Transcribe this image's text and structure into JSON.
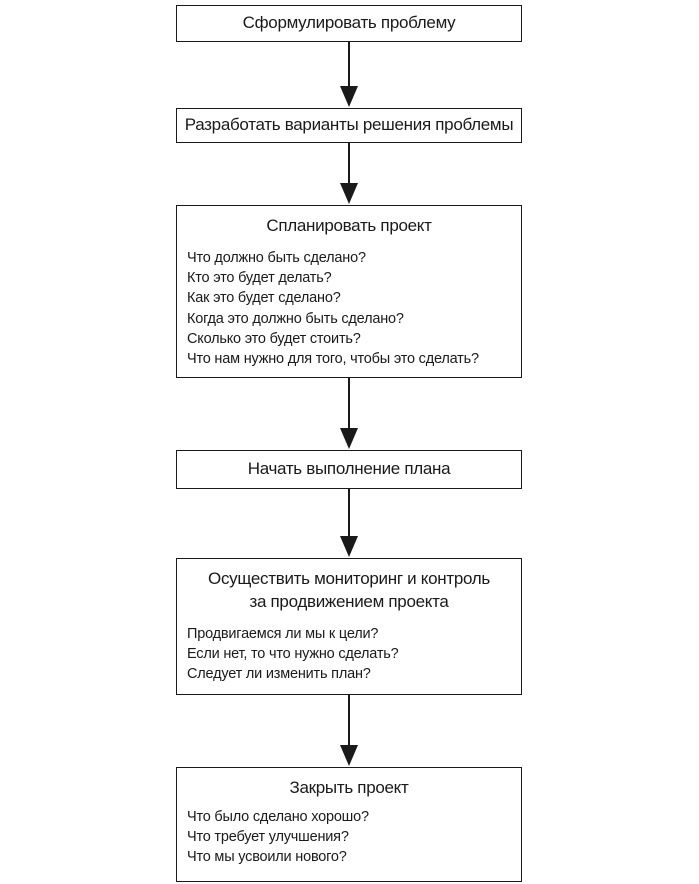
{
  "steps": [
    {
      "title": "Сформулировать проблему",
      "questions": []
    },
    {
      "title": "Разработать варианты решения проблемы",
      "questions": []
    },
    {
      "title": "Спланировать проект",
      "questions": [
        "Что должно быть сделано?",
        "Кто это будет делать?",
        "Как это будет сделано?",
        "Когда это должно быть сделано?",
        "Сколько это будет стоить?",
        "Что нам нужно для того, чтобы это сделать?"
      ]
    },
    {
      "title": "Начать выполнение плана",
      "questions": []
    },
    {
      "title": "Осуществить мониторинг и контроль за продвижением проекта",
      "title_lines": [
        "Осуществить мониторинг и контроль",
        "за продвижением проекта"
      ],
      "questions": [
        "Продвигаемся ли мы к цели?",
        "Если нет, то что нужно сделать?",
        "Следует ли изменить план?"
      ]
    },
    {
      "title": "Закрыть проект",
      "questions": [
        "Что было сделано хорошо?",
        "Что требует улучшения?",
        "Что мы усвоили нового?"
      ]
    }
  ],
  "colors": {
    "line": "#1a1a1a",
    "background": "#ffffff"
  }
}
